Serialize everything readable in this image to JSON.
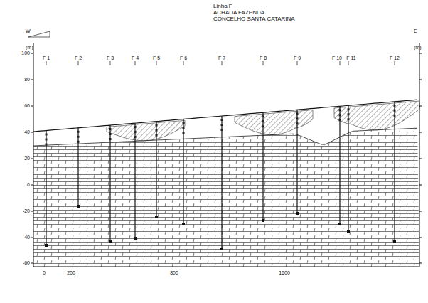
{
  "diagram": {
    "title": "Linha F",
    "labels": [
      "ACHADA FAZENDA",
      "CONCELHO SANTA CATARINA",
      "(m)",
      "(m)",
      "W",
      "E",
      "F 1",
      "F 2",
      "F 3",
      "F 4",
      "F 5",
      "F 6",
      "F 7",
      "F 8",
      "F 9",
      "F 10",
      "F 11",
      "F 12",
      "100",
      "80",
      "60",
      "40",
      "20",
      "0",
      "-20",
      "-40",
      "-60",
      "0",
      "200",
      "800",
      "1600"
    ]
  }
}
